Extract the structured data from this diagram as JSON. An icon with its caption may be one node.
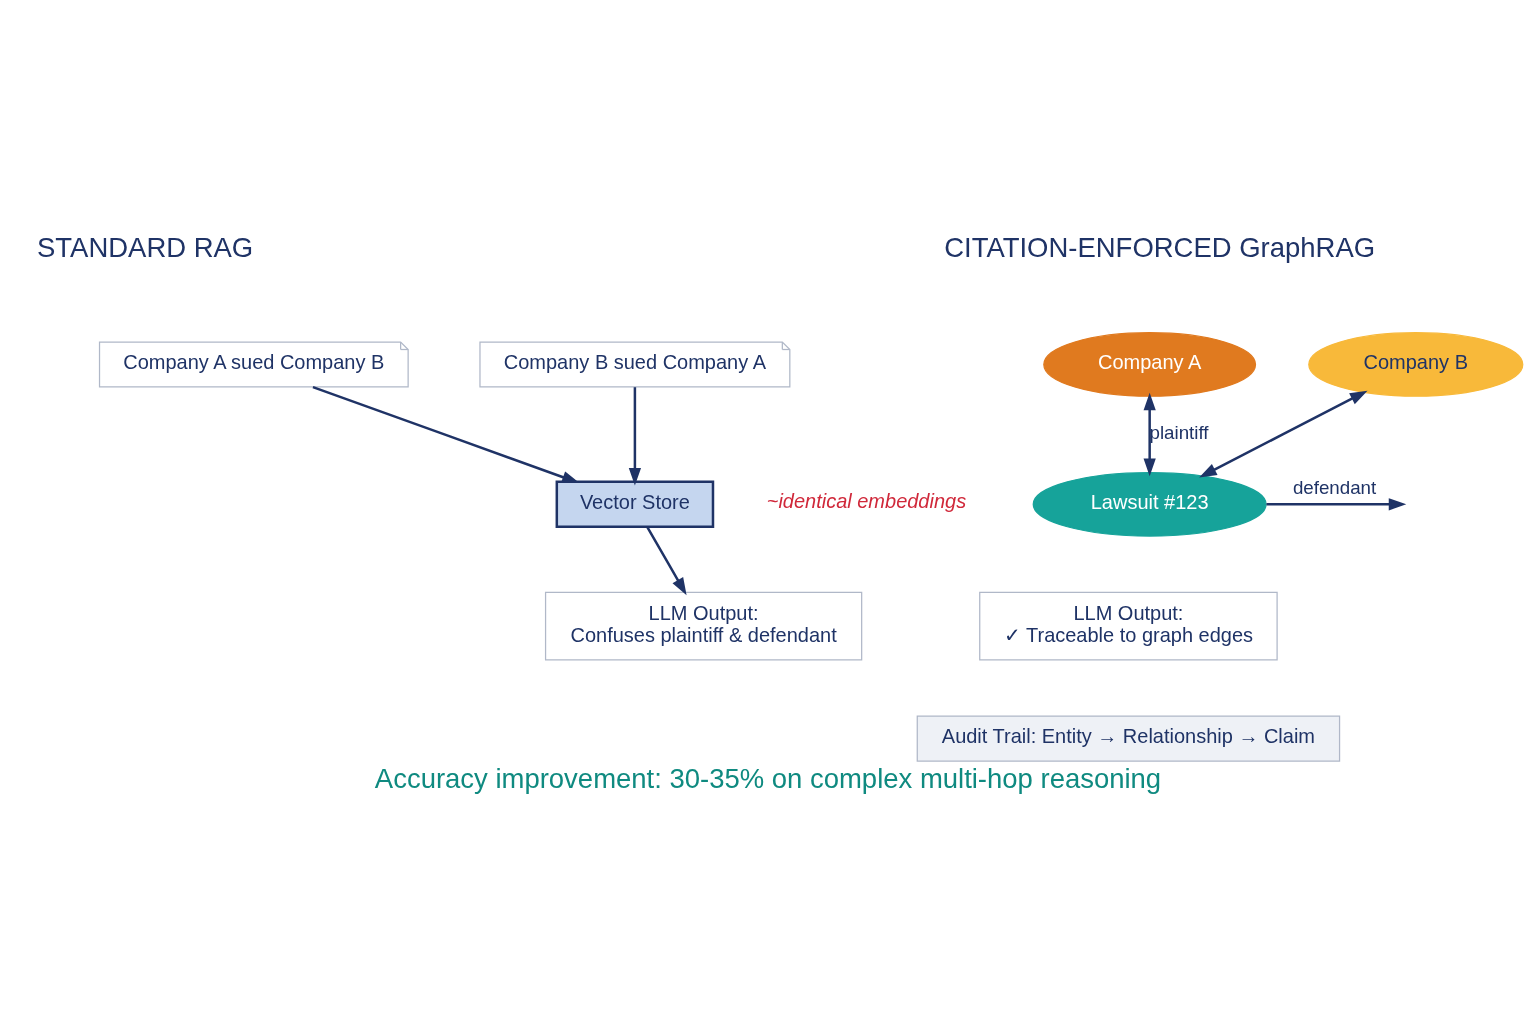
{
  "diagram": {
    "caption": "Accuracy improvement: 30-35% on complex multi-hop reasoning",
    "nodes": [
      {
        "text": [
          "Company A sued Company B"
        ]
      },
      {
        "text": [
          "Company B sued Company A"
        ]
      },
      {
        "text": [
          "Vector Store"
        ],
        "beside": [
          "~identical embeddings"
        ]
      },
      {
        "text": [
          "LLM Output:",
          "Confuses plaintiff & defendant"
        ]
      },
      {
        "text": [
          "Company A"
        ]
      },
      {
        "text": [
          "Company B"
        ]
      },
      {
        "text": [
          "Lawsuit #123"
        ]
      },
      {
        "text": [
          "LLM Output:",
          "✓ Traceable to graph edges"
        ]
      },
      {
        "text": [
          "Audit Trail: Entity → Relationship → Claim"
        ]
      }
    ],
    "edges": [
      {
        "from": 0,
        "to": 2,
        "arrow": "to"
      },
      {
        "from": 1,
        "to": 2,
        "arrow": "to"
      },
      {
        "from": 2,
        "to": 3,
        "arrow": "to"
      },
      {
        "from": 4,
        "to": 6,
        "arrow": "both",
        "label": "plaintiff"
      },
      {
        "from": 5,
        "to": 6,
        "arrow": "both"
      },
      {
        "from": 6,
        "to": null,
        "arrow": "to",
        "label": "defendant"
      }
    ],
    "labels": [
      "STANDARD RAG",
      "CITATION-ENFORCED GraphRAG"
    ]
  }
}
